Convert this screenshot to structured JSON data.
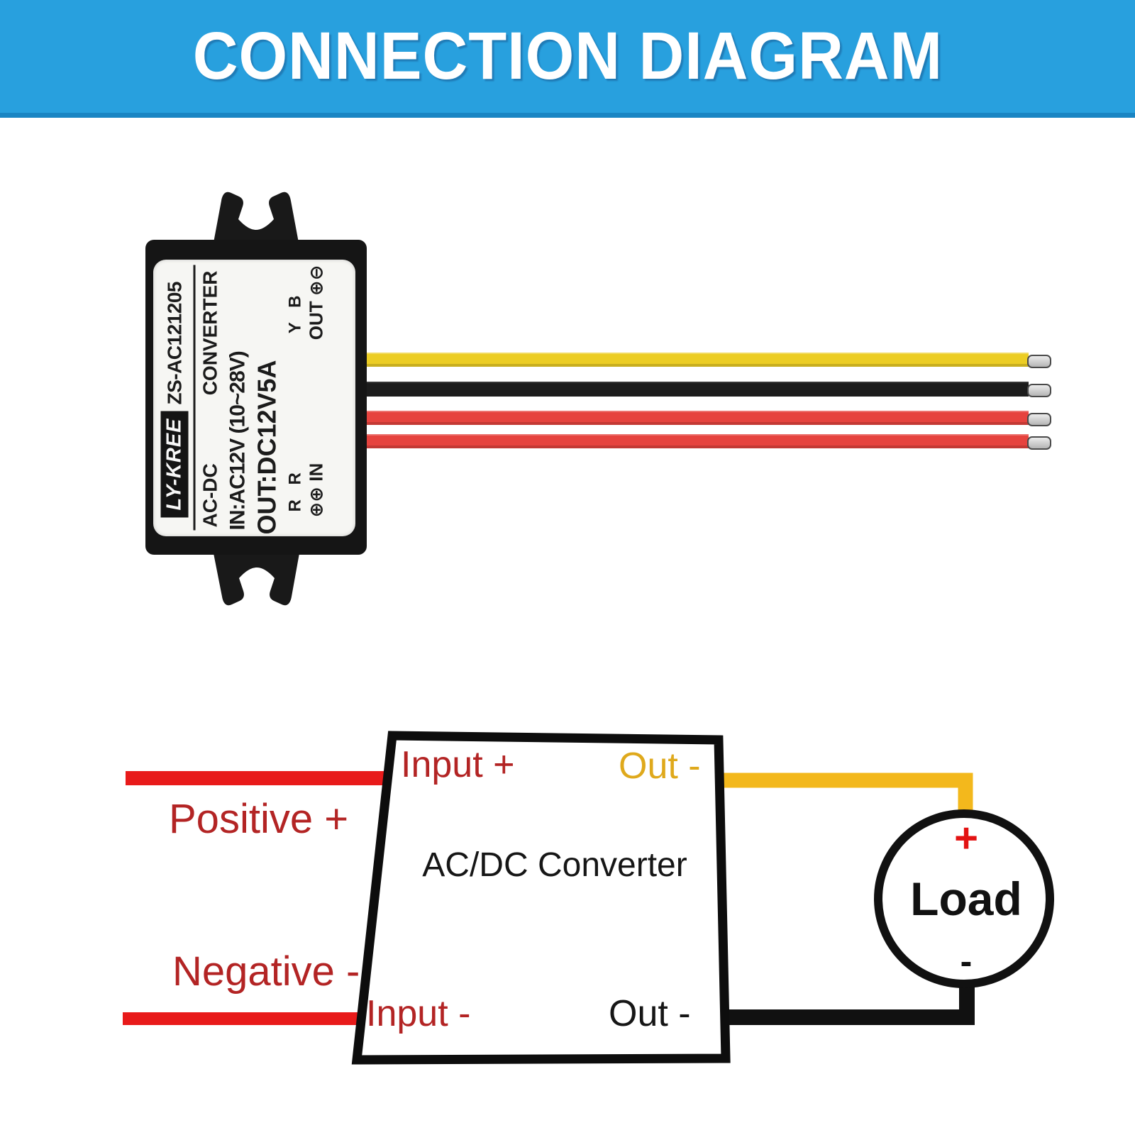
{
  "banner": {
    "title": "CONNECTION DIAGRAM",
    "bg_color": "#28a0de",
    "edge_color": "#1a85c3"
  },
  "module": {
    "brand": "LY-KREE",
    "model": "ZS-AC121205",
    "type_left": "AC-DC",
    "type_right": "CONVERTER",
    "input_spec": "IN:AC12V (10~28V)",
    "output_spec": "OUT:DC12V5A",
    "terminals": {
      "letters_left": "R R",
      "letters_right": "Y B",
      "screws_left": "⊕⊕ IN",
      "screws_right": "OUT ⊕⊖"
    },
    "wires": [
      {
        "name": "yellow-output-wire",
        "color": "#eccd24"
      },
      {
        "name": "black-output-wire",
        "color": "#1c1c1c"
      },
      {
        "name": "red-input-wire-1",
        "color": "#e6433e"
      },
      {
        "name": "red-input-wire-2",
        "color": "#e6433e"
      }
    ]
  },
  "schematic": {
    "box_label": "AC/DC Converter",
    "input_plus": "Input +",
    "input_minus": "Input -",
    "out_top": "Out -",
    "out_bottom": "Out -",
    "positive": "Positive +",
    "negative": "Negative -",
    "load": {
      "label": "Load",
      "plus": "+",
      "minus": "-"
    },
    "colors": {
      "input_wire": "#e81a1a",
      "out_top_wire": "#f3b81c",
      "out_bottom_wire": "#111111",
      "label_red": "#b32424",
      "out_top_text": "#dfa91c",
      "load_plus": "#e31212"
    }
  }
}
